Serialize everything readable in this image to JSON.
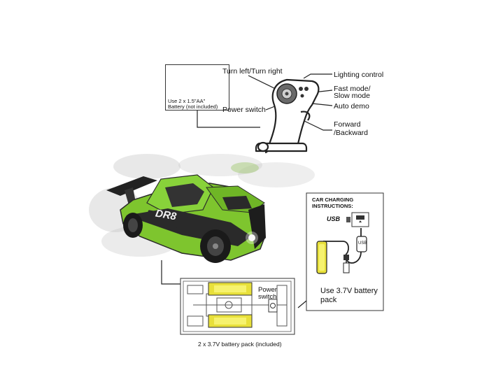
{
  "remote": {
    "callouts": {
      "turn": "Turn left/Turn right",
      "power": "Power switch",
      "lighting": "Lighting control",
      "fast_slow_1": "Fast mode/",
      "fast_slow_2": "Slow mode",
      "auto_demo": "Auto demo",
      "forward_1": "Forward",
      "forward_2": "/Backward"
    },
    "battery_note_1": "Use 2 x 1.5\"AA\"",
    "battery_note_2": "Battery (not included)"
  },
  "charging": {
    "title_1": "CAR CHARGING",
    "title_2": "INSTRUCTIONS:",
    "usb_label": "USB",
    "cable_label": "USB",
    "note_1": "Use 3.7V battery",
    "note_2": "pack"
  },
  "car": {
    "badge": "DR8",
    "power_switch_1": "Power",
    "power_switch_2": "switch"
  },
  "caption": "2 x 3.7V battery pack (included)"
}
